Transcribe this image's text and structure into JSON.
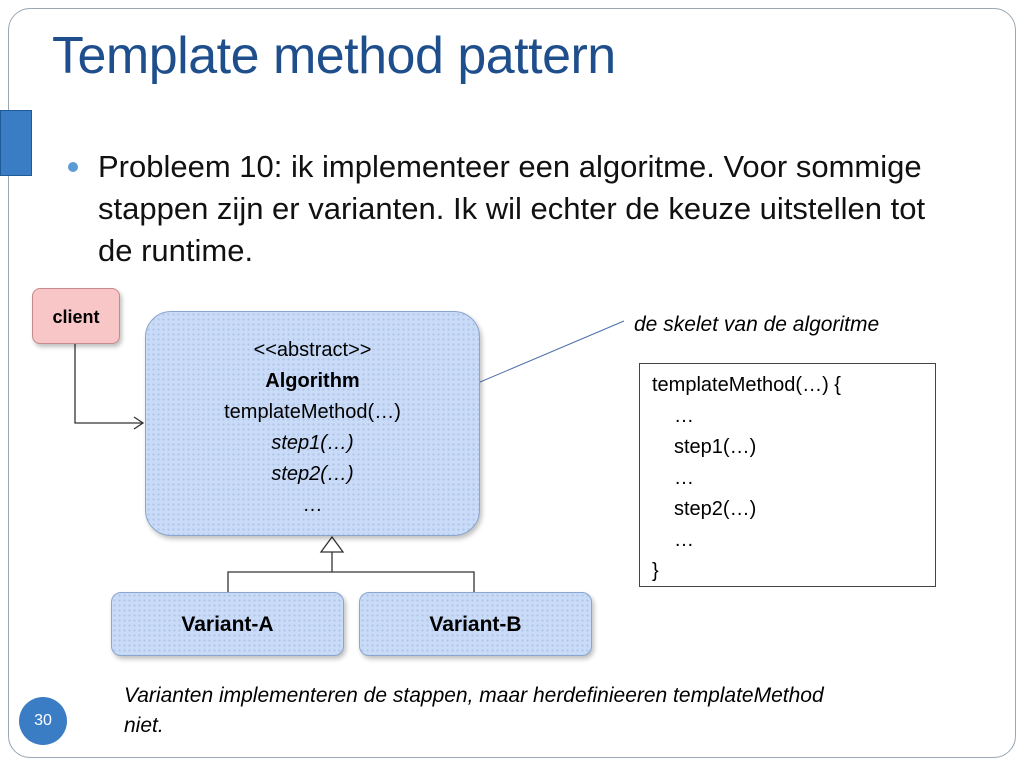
{
  "slide": {
    "title": "Template method pattern",
    "bullet": "Probleem 10: ik implementeer een algoritme. Voor sommige stappen zijn er varianten. Ik wil echter de keuze uitstellen tot de runtime.",
    "page_number": "30"
  },
  "diagram": {
    "client": "client",
    "algorithm": {
      "stereotype": "<<abstract>>",
      "name": "Algorithm",
      "template_method": "templateMethod(…)",
      "step1": "step1(…)",
      "step2": "step2(…)",
      "ellipsis": "…"
    },
    "variants": [
      "Variant-A",
      "Variant-B"
    ],
    "skeleton_label": "de skelet van de algoritme",
    "code": [
      "templateMethod(…) {",
      "…",
      "step1(…)",
      "…",
      "step2(…)",
      "…",
      "}"
    ],
    "footer_note": "Varianten implementeren de stappen, maar herdefinieeren templateMethod niet."
  },
  "colors": {
    "title": "#1f4e8c",
    "accent": "#3b7dc4",
    "client_fill": "#f8c6c6",
    "class_fill": "#c9dbf7"
  }
}
